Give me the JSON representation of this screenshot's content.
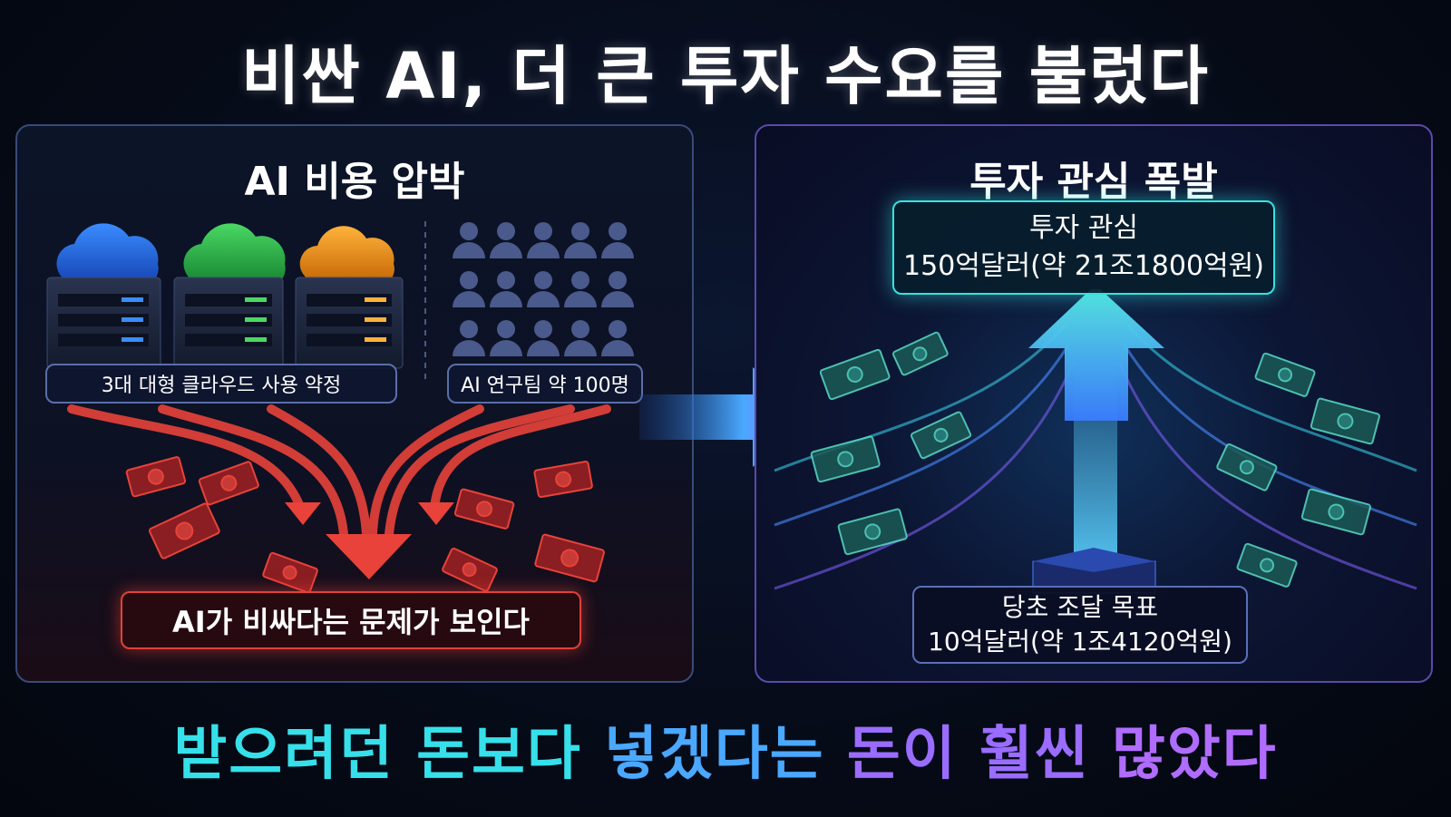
{
  "title": "비싼 AI, 더 큰 투자 수요를 불렀다",
  "left_panel": {
    "title": "AI 비용 압박",
    "cloud_label": "3대 대형 클라우드 사용 약정",
    "team_label": "AI 연구팀 약 100명",
    "problem_label": "AI가 비싸다는 문제가 보인다"
  },
  "right_panel": {
    "title": "투자 관심 폭발",
    "interest_line1": "투자 관심",
    "interest_line2": "150억달러(약 21조1800억원)",
    "target_line1": "당초 조달 목표",
    "target_line2": "10억달러(약 1조4120억원)"
  },
  "bottom": {
    "part1": "받으려던 돈보다",
    "part2": "넣겠다는",
    "part3": "돈이 훨씬",
    "part4": "많았다"
  },
  "colors": {
    "cloud_blue": "#1f6fe0",
    "cloud_green": "#2fb84a",
    "cloud_orange": "#e8920f",
    "red_accent": "#e0413a",
    "cyan_accent": "#36e3e0",
    "violet_accent": "#8a5cf0"
  }
}
